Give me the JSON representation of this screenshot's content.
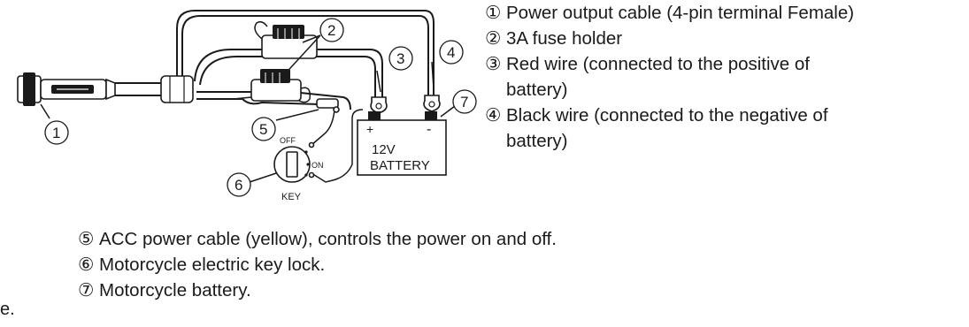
{
  "legend": [
    {
      "marker": "①",
      "text": "Power output cable (4-pin terminal Female)"
    },
    {
      "marker": "②",
      "text": "3A fuse holder"
    },
    {
      "marker": "③",
      "text": "Red wire (connected to the positive of",
      "cont": "battery)"
    },
    {
      "marker": "④",
      "text": "Black wire (connected to the negative of",
      "cont": "battery)"
    }
  ],
  "notes": [
    {
      "marker": "⑤",
      "text": "ACC power cable (yellow), controls the power on and off."
    },
    {
      "marker": "⑥",
      "text": "Motorcycle electric key lock."
    },
    {
      "marker": "⑦",
      "text": "Motorcycle battery."
    }
  ],
  "stray_text": "e.",
  "diagram": {
    "callouts": [
      "1",
      "2",
      "3",
      "4",
      "5",
      "6",
      "7"
    ],
    "battery": {
      "plus": "+",
      "minus": "-",
      "voltage": "12V",
      "label": "BATTERY"
    },
    "key_switch": {
      "off": "OFF",
      "on": "ON",
      "caption": "KEY"
    }
  }
}
